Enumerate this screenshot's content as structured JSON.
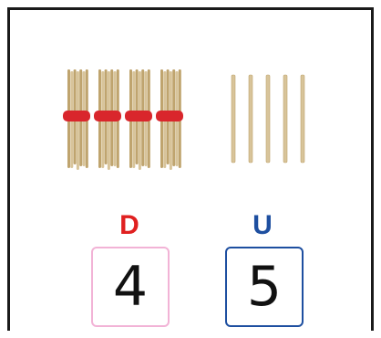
{
  "place_value": {
    "tens": {
      "label": "D",
      "digit": "4",
      "bundles": 4,
      "label_color": "#e02020",
      "box_color": "#f2b3d6"
    },
    "units": {
      "label": "U",
      "digit": "5",
      "sticks": 5,
      "label_color": "#1e4fa0",
      "box_color": "#1e4fa0"
    }
  },
  "colors": {
    "stick": "#d8c49a",
    "stick_dark": "#bfa46e",
    "band": "#d9262c"
  }
}
